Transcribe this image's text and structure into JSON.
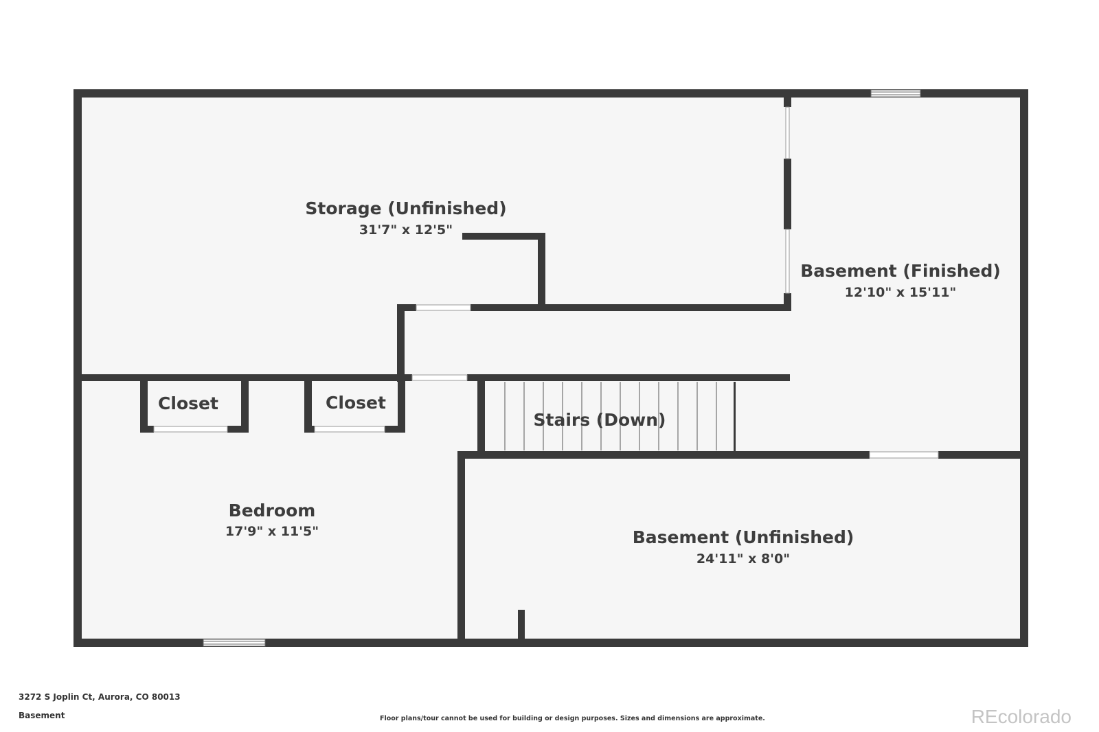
{
  "rooms": {
    "storage": {
      "name": "Storage (Unfinished)",
      "dims": "31'7\" x 12'5\""
    },
    "finished": {
      "name": "Basement (Finished)",
      "dims": "12'10\" x 15'11\""
    },
    "closet_a": {
      "name": "Closet"
    },
    "closet_b": {
      "name": "Closet"
    },
    "stairs": {
      "name": "Stairs (Down)"
    },
    "bedroom": {
      "name": "Bedroom",
      "dims": "17'9\" x 11'5\""
    },
    "unfinished": {
      "name": "Basement (Unfinished)",
      "dims": "24'11\" x 8'0\""
    }
  },
  "footer": {
    "address": "3272 S Joplin Ct, Aurora, CO 80013",
    "level": "Basement",
    "disclaimer": "Floor plans/tour cannot be used for building or design purposes. Sizes and dimensions are approximate.",
    "brand": "REcolorado"
  },
  "colors": {
    "wall": "#3a3a3a",
    "floor": "#f6f6f6",
    "text": "#3d3d3d",
    "brand": "#c4c4c4"
  }
}
